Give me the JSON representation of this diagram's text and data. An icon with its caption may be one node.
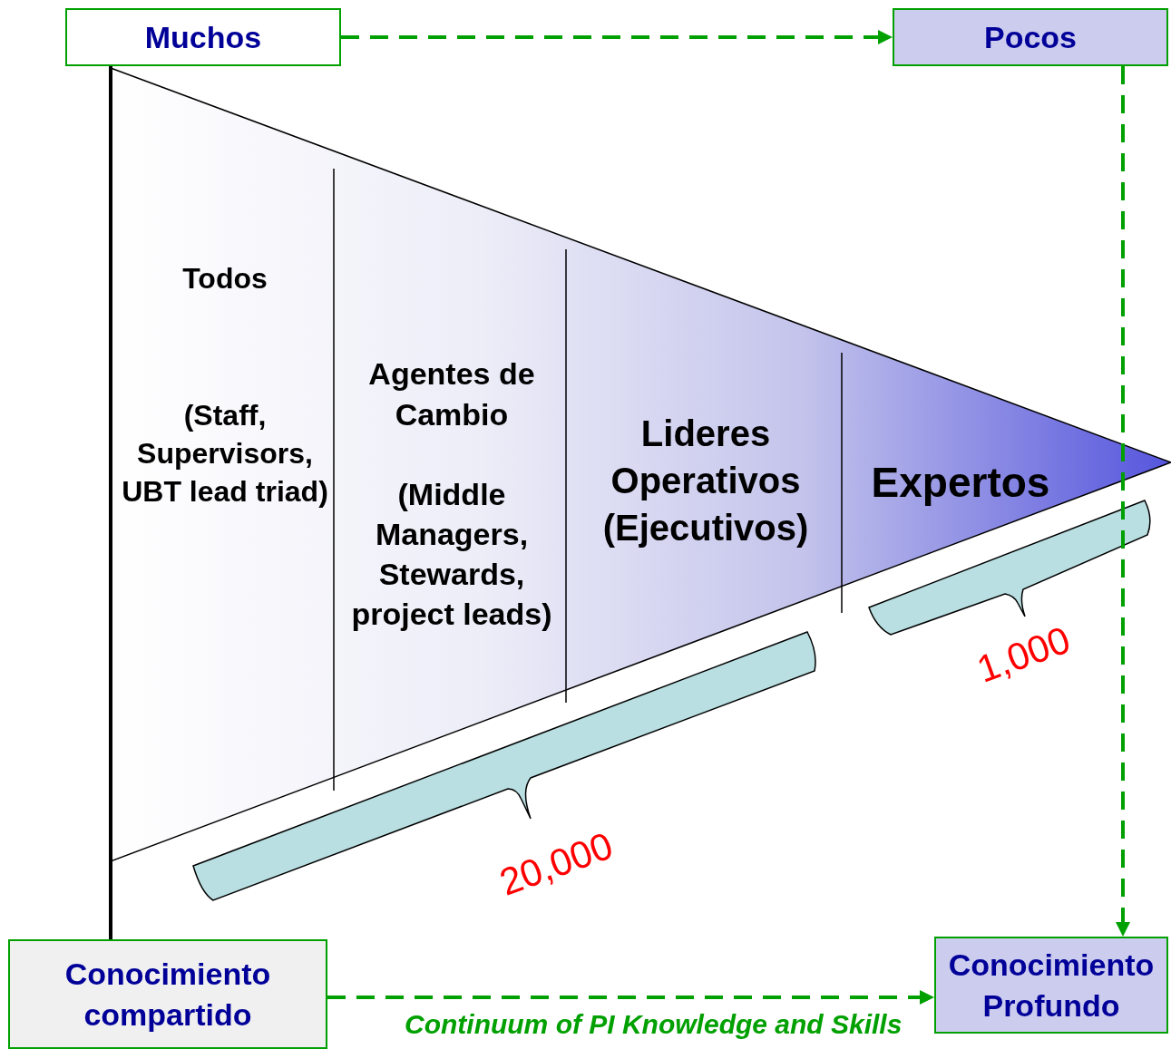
{
  "diagram": {
    "nodes": [
      {
        "text": [
          "Muchos"
        ]
      },
      {
        "text": [
          "Pocos"
        ]
      },
      {
        "text": [
          "Conocimiento compartido"
        ]
      },
      {
        "text": [
          "Conocimiento Profundo"
        ]
      },
      {
        "text": [
          "Todos",
          "(Staff, Supervisors, UBT lead triad)"
        ]
      },
      {
        "text": [
          "Agentes de Cambio",
          "(Middle Managers, Stewards, project leads)"
        ]
      },
      {
        "text": [
          "Lideres Operativos (Ejecutivos)"
        ]
      },
      {
        "text": [
          "Expertos"
        ]
      }
    ],
    "edges": [
      {
        "from": 0,
        "to": 1,
        "arrow": "to",
        "style": "dashed"
      },
      {
        "from": 1,
        "to": 3,
        "arrow": "to",
        "style": "dashed"
      },
      {
        "from": 2,
        "to": 3,
        "arrow": "to",
        "style": "dashed",
        "label": "Continuum of PI Knowledge and Skills"
      },
      {
        "from": 0,
        "to": 2,
        "arrow": "none",
        "color": "#000000"
      }
    ],
    "labels": [
      "20,000",
      "1,000"
    ]
  }
}
